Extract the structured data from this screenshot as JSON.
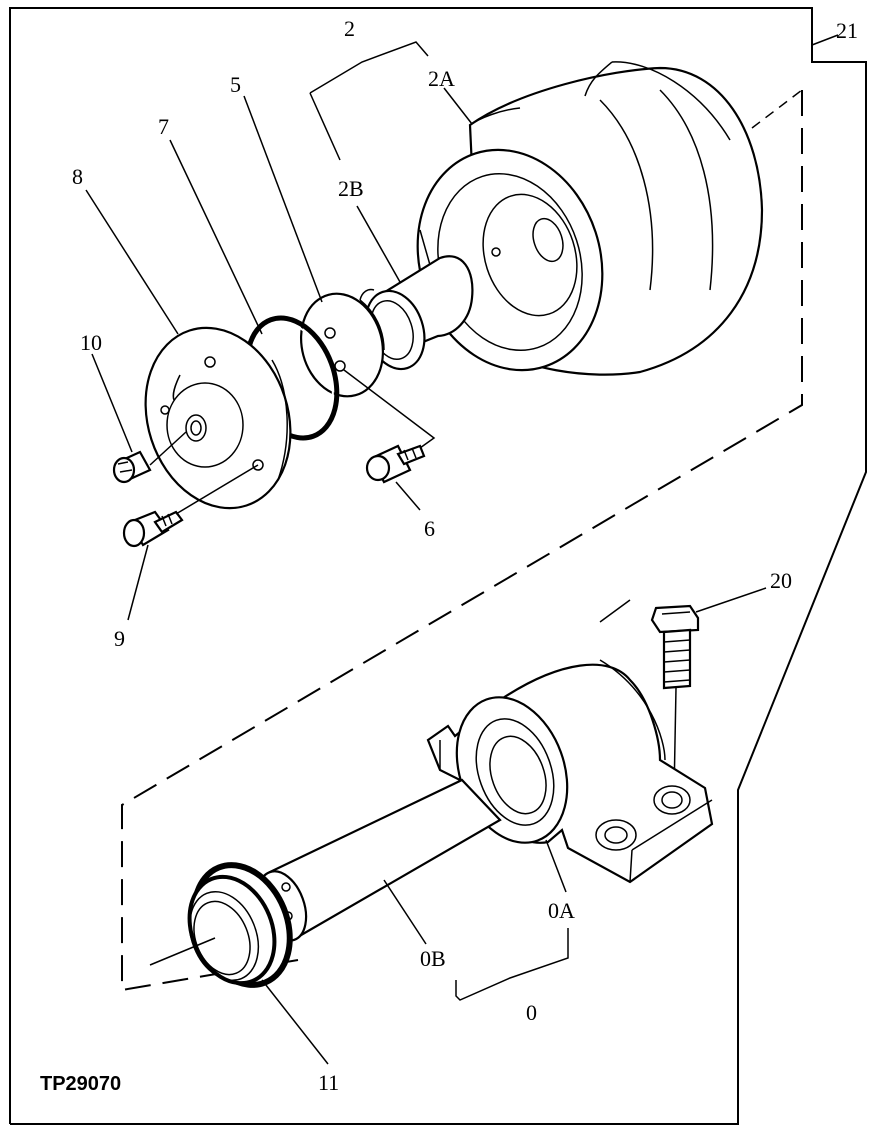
{
  "figure_id": "TP29070",
  "callouts": {
    "c2": "2",
    "c2a": "2A",
    "c2b": "2B",
    "c5": "5",
    "c6": "6",
    "c7": "7",
    "c8": "8",
    "c9": "9",
    "c10": "10",
    "c11": "11",
    "c20": "20",
    "c21": "21",
    "c0": "0",
    "c0a": "0A",
    "c0b": "0B"
  }
}
